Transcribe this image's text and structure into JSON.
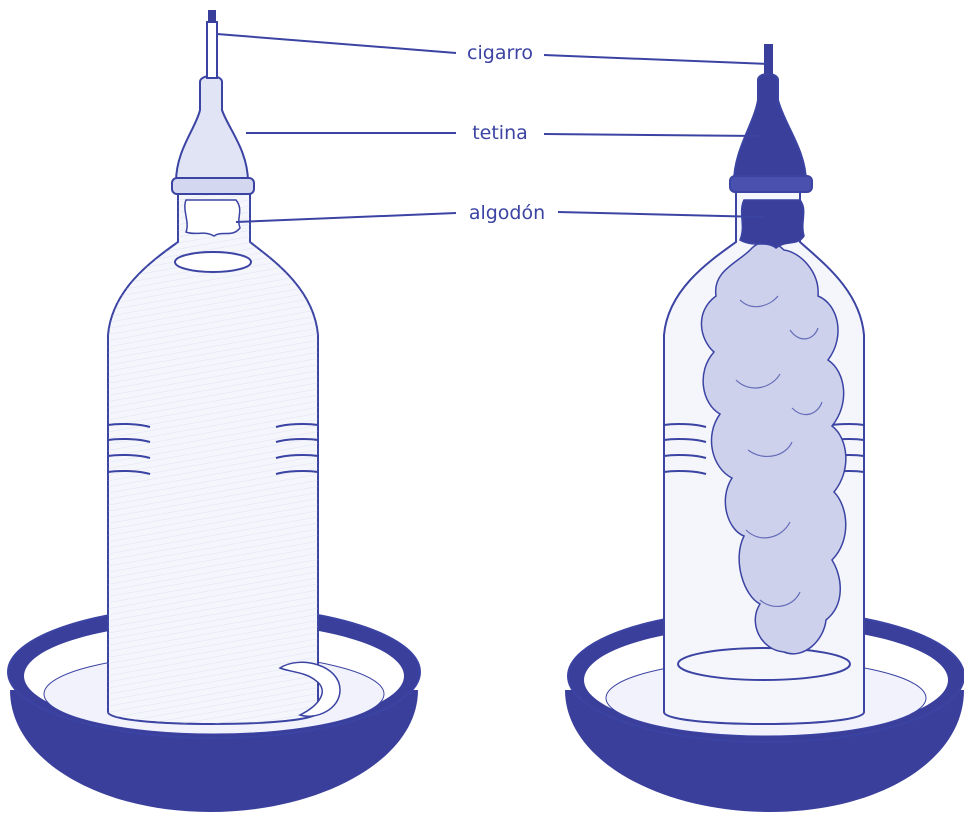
{
  "labels": {
    "cigarette": "cigarro",
    "teat": "tetina",
    "cotton": "algodón"
  },
  "colors": {
    "ink": "#3b43a3",
    "dark_fill": "#3a3f9c",
    "light_fill": "#eef0fa",
    "smoke": "#c9cde9",
    "background": "#ffffff"
  }
}
